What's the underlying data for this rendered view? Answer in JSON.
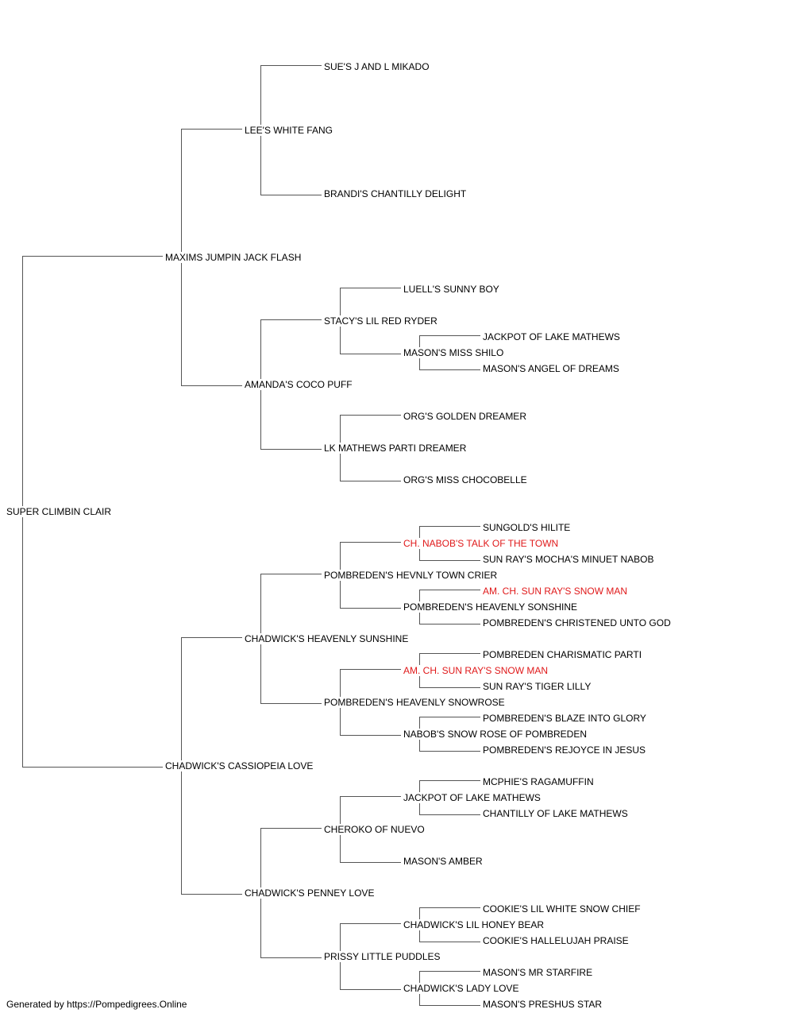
{
  "pedigree": {
    "subject": "SUPER CLIMBIN CLAIR",
    "sire": "MAXIMS JUMPIN JACK FLASH",
    "sire_sire": "LEE'S WHITE FANG",
    "sire_sire_sire": "SUE'S J AND L MIKADO",
    "sire_sire_dam": "BRANDI'S CHANTILLY DELIGHT",
    "sire_dam": "AMANDA'S COCO PUFF",
    "sire_dam_sire": "STACY'S LIL RED RYDER",
    "sire_dam_sire_sire": "LUELL'S SUNNY BOY",
    "sire_dam_sire_dam": "MASON'S MISS SHILO",
    "sire_dam_sire_dam_sire": "JACKPOT OF LAKE MATHEWS",
    "sire_dam_sire_dam_dam": "MASON'S ANGEL OF DREAMS",
    "sire_dam_dam": "LK MATHEWS PARTI DREAMER",
    "sire_dam_dam_sire": "ORG'S GOLDEN DREAMER",
    "sire_dam_dam_dam": "ORG'S MISS CHOCOBELLE",
    "dam": "CHADWICK'S CASSIOPEIA LOVE",
    "dam_sire": "CHADWICK'S HEAVENLY SUNSHINE",
    "dam_sire_sire": "POMBREDEN'S HEVNLY TOWN CRIER",
    "dam_sire_sire_sire": "CH. NABOB'S TALK OF THE TOWN",
    "dam_sire_sire_sire_sire": "SUNGOLD'S HILITE",
    "dam_sire_sire_sire_dam": "SUN RAY'S MOCHA'S MINUET NABOB",
    "dam_sire_sire_dam": "POMBREDEN'S HEAVENLY SONSHINE",
    "dam_sire_sire_dam_sire": "AM. CH. SUN RAY'S SNOW MAN",
    "dam_sire_sire_dam_dam": "POMBREDEN'S CHRISTENED UNTO GOD",
    "dam_sire_dam": "POMBREDEN'S HEAVENLY SNOWROSE",
    "dam_sire_dam_sire": "AM. CH. SUN RAY'S SNOW MAN",
    "dam_sire_dam_sire_sire": "POMBREDEN CHARISMATIC PARTI",
    "dam_sire_dam_sire_dam": "SUN RAY'S TIGER LILLY",
    "dam_sire_dam_dam": "NABOB'S SNOW ROSE OF POMBREDEN",
    "dam_sire_dam_dam_sire": "POMBREDEN'S BLAZE INTO GLORY",
    "dam_sire_dam_dam_dam": "POMBREDEN'S REJOYCE IN JESUS",
    "dam_dam": "CHADWICK'S PENNEY LOVE",
    "dam_dam_sire": "CHEROKO OF NUEVO",
    "dam_dam_sire_sire": "JACKPOT OF LAKE MATHEWS",
    "dam_dam_sire_sire_sire": "MCPHIE'S RAGAMUFFIN",
    "dam_dam_sire_sire_dam": "CHANTILLY OF LAKE MATHEWS",
    "dam_dam_sire_dam": "MASON'S AMBER",
    "dam_dam_dam": "PRISSY LITTLE PUDDLES",
    "dam_dam_dam_sire": "CHADWICK'S LIL HONEY BEAR",
    "dam_dam_dam_sire_sire": "COOKIE'S LIL WHITE SNOW CHIEF",
    "dam_dam_dam_sire_dam": "COOKIE'S HALLELUJAH PRAISE",
    "dam_dam_dam_dam": "CHADWICK'S LADY LOVE",
    "dam_dam_dam_dam_sire": "MASON'S MR STARFIRE",
    "dam_dam_dam_dam_dam": "MASON'S PRESHUS STAR"
  },
  "champion_color": "#e0191a",
  "line_color": "#555555",
  "footer": "Generated by https://Pompedigrees.Online"
}
